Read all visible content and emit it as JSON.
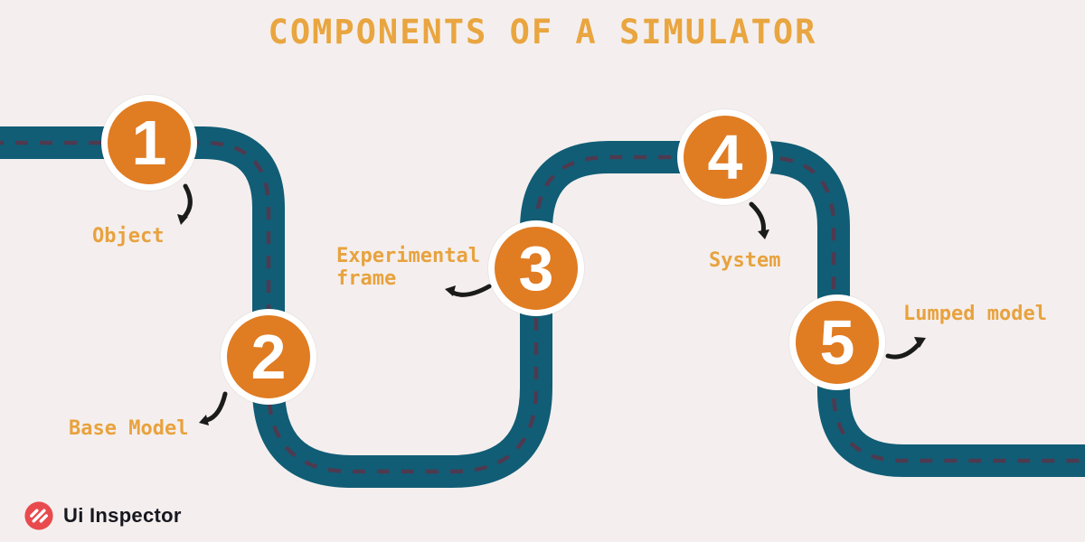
{
  "title": "COMPONENTS OF A SIMULATOR",
  "steps": [
    {
      "number": "1",
      "label": "Object"
    },
    {
      "number": "2",
      "label": "Base Model"
    },
    {
      "number": "3",
      "label": "Experimental frame"
    },
    {
      "number": "4",
      "label": "System"
    },
    {
      "number": "5",
      "label": "Lumped model"
    }
  ],
  "icons": {
    "road": "winding-road",
    "step_pointer": "curved-arrow",
    "brand_mark": "three-diagonal-stripes-in-red-circle"
  },
  "brand": {
    "name": "Ui Inspector"
  },
  "colors": {
    "background": "#f4efee",
    "road": "#115d76",
    "road_dash": "#4e3a50",
    "circle_fill": "#e07c22",
    "circle_ring": "#ffffff",
    "accent_text": "#e8a23e",
    "title_text": "#e9a53f",
    "arrow": "#1b1b1b",
    "brand_red": "#e84a4e",
    "brand_text": "#17171f"
  }
}
